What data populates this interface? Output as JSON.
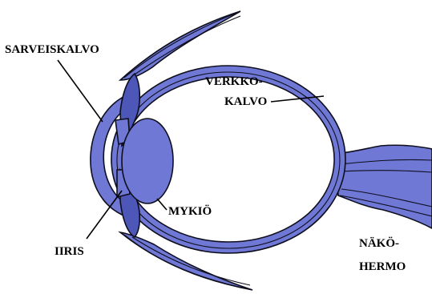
{
  "diagram": {
    "colors": {
      "tissue": "#6f78d4",
      "tissue_dark": "#4d57b8",
      "outline": "#0e0e1e",
      "background": "#ffffff",
      "label": "#000000"
    },
    "labels": {
      "cornea": "SARVEISKALVO",
      "retina_line1": "VERKKO-",
      "retina_line2": "KALVO",
      "lens": "MYKIÖ",
      "iris": "IIRIS",
      "optic_nerve_line1": "NÄKÖ-",
      "optic_nerve_line2": "HERMO"
    }
  }
}
